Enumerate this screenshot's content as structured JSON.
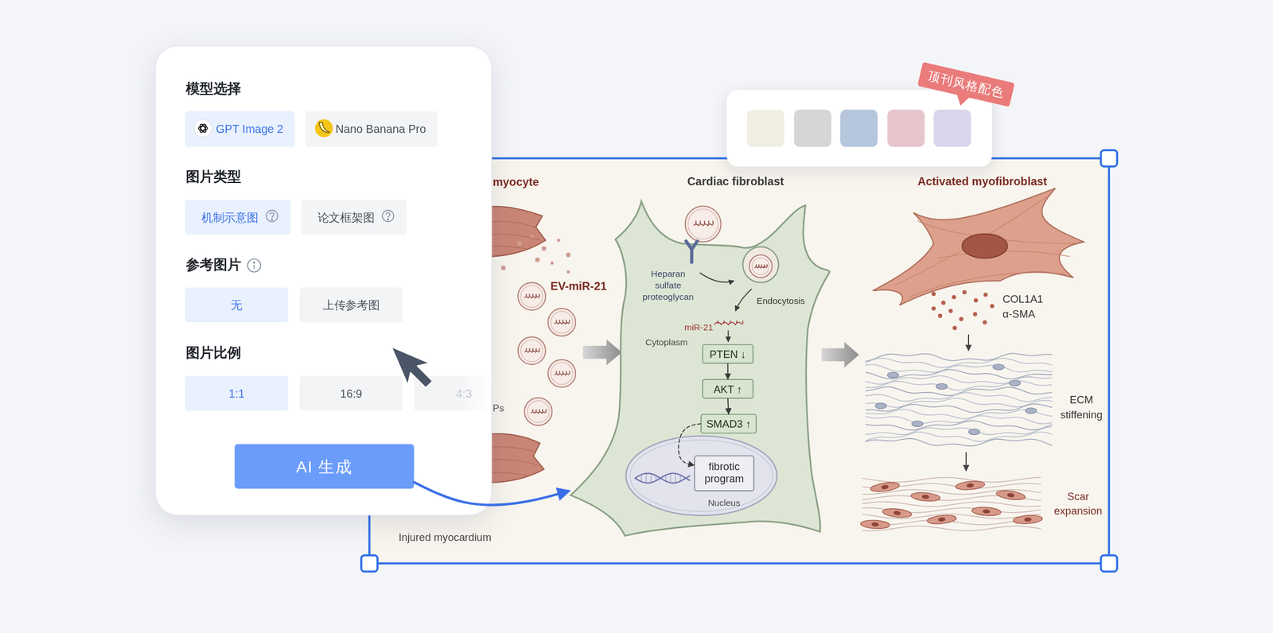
{
  "diagram": {
    "nodes": [
      {
        "text": [
          "模型选择",
          "图片类型",
          "参考图片",
          "图片比例"
        ]
      },
      {
        "text": [
          "GPT Image 2"
        ],
        "in": 0
      },
      {
        "text": [
          "Nano Banana Pro"
        ],
        "in": 0
      },
      {
        "text": [
          "机制示意图"
        ],
        "in": 0
      },
      {
        "text": [
          "论文框架图"
        ],
        "in": 0
      },
      {
        "text": [
          "无"
        ],
        "in": 0
      },
      {
        "text": [
          "上传参考图"
        ],
        "in": 0
      },
      {
        "text": [
          "1:1"
        ],
        "in": 0
      },
      {
        "text": [
          "16:9"
        ],
        "in": 0
      },
      {
        "text": [
          "4:3"
        ],
        "in": 0
      },
      {
        "text": [
          "AI 生成"
        ],
        "in": 0
      },
      {
        "text": [
          "顶刊风格配色"
        ]
      },
      {
        "text": [
          "Cardiac fibroblast",
          "Cytoplasm"
        ]
      },
      {
        "text": [
          "PTEN ↓"
        ],
        "in": 12
      },
      {
        "text": [
          "AKT ↑"
        ],
        "in": 12
      },
      {
        "text": [
          "SMAD3 ↑"
        ],
        "in": 12
      },
      {
        "text": [
          "Nucleus"
        ],
        "in": 12
      },
      {
        "text": [
          "fibrotic program"
        ],
        "in": 16
      }
    ],
    "edges": [
      {
        "from": 10,
        "to": 12,
        "arrow": "to"
      },
      {
        "from": 13,
        "to": 14,
        "arrow": "to"
      },
      {
        "from": 14,
        "to": 15,
        "arrow": "to"
      },
      {
        "from": 15,
        "to": 17,
        "arrow": "to"
      }
    ],
    "labels": [
      "myocyte",
      "EV-miR-21",
      "Ps",
      "Injured myocardium",
      "Heparan sulfate proteoglycan",
      "Endocytosis",
      "miR-21",
      "Activated myofibroblast",
      "COL1A1 α-SMA",
      "ECM stiffening",
      "Scar expansion"
    ]
  }
}
